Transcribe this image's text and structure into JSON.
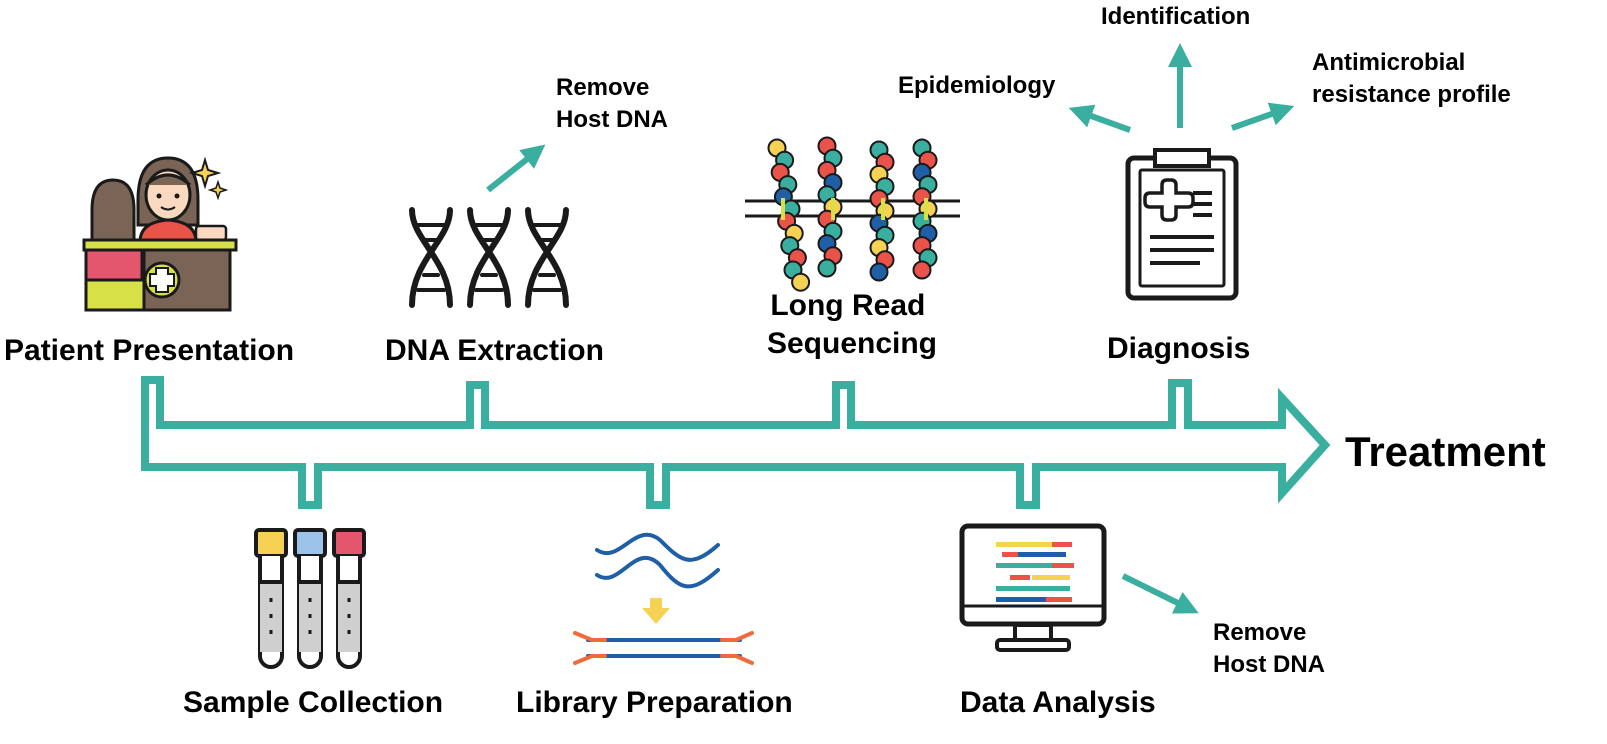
{
  "colors": {
    "teal": "#3aae9f",
    "dark": "#1a1a1a",
    "red": "#e9534a",
    "blue": "#1e5fa6",
    "yellow": "#f5d254",
    "lime": "#d8e048",
    "pink": "#e3566e",
    "brown": "#7a6456",
    "skin": "#fbd8c0",
    "orange": "#f06a3c",
    "lightblue": "#9cc3ea",
    "gray": "#cfcfcf"
  },
  "timeline": {
    "end_label": "Treatment"
  },
  "top_stages": [
    {
      "label": "Patient Presentation",
      "icon": "receptionist-icon"
    },
    {
      "label": "DNA Extraction",
      "icon": "dna-helix-icon"
    },
    {
      "label_lines": [
        "Long Read",
        "Sequencing"
      ],
      "icon": "nanopore-sequencing-icon"
    },
    {
      "label": "Diagnosis",
      "icon": "clipboard-medical-icon"
    }
  ],
  "bottom_stages": [
    {
      "label": "Sample Collection",
      "icon": "test-tubes-icon"
    },
    {
      "label": "Library Preparation",
      "icon": "dna-library-icon"
    },
    {
      "label": "Data Analysis",
      "icon": "computer-monitor-icon"
    }
  ],
  "annotations": {
    "dna_extraction_branch": [
      "Remove",
      "Host DNA"
    ],
    "data_analysis_branch": [
      "Remove",
      "Host DNA"
    ],
    "diagnosis_outputs": {
      "left": "Epidemiology",
      "up": "Identification",
      "right": [
        "Antimicrobial",
        "resistance profile"
      ]
    }
  }
}
